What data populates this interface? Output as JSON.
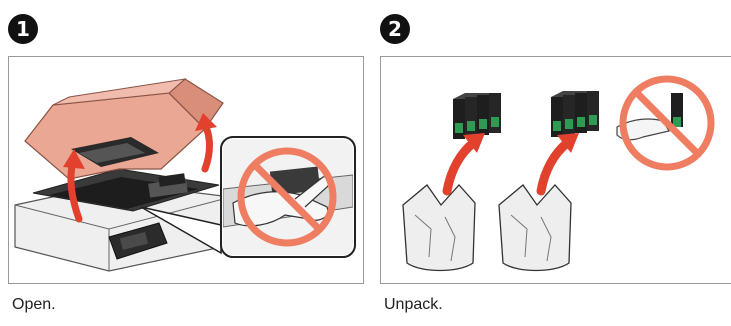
{
  "steps": [
    {
      "number": "1",
      "caption": "Open."
    },
    {
      "number": "2",
      "caption": "Unpack."
    }
  ],
  "colors": {
    "printer_lid": "#e9a693",
    "arrow": "#e2412e",
    "prohibition": "#ee7d62",
    "cartridge_green": "#2e9a52",
    "printer_body": "#e6e6e6"
  },
  "icons": {
    "step1": [
      "open-printer-icon",
      "lift-arrow-icon",
      "prohibition-icon",
      "hand-icon"
    ],
    "step2": [
      "ink-cartridge-icon",
      "ink-bag-icon",
      "unpack-arrow-icon",
      "prohibition-icon",
      "hand-icon"
    ]
  }
}
